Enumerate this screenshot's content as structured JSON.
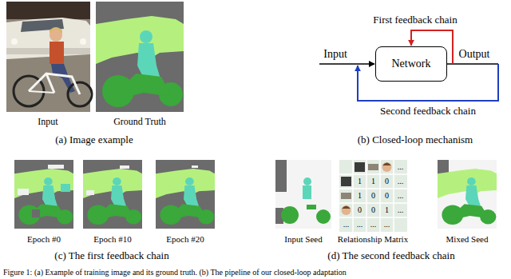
{
  "diagram": {
    "caption": "Figure 1: (a) Example of training image and its ground truth. (b) The pipeline of our closed-loop adaptation",
    "nodes": [
      {
        "text": [
          "Network"
        ]
      }
    ],
    "labels": [
      "Input",
      "Ground Truth",
      "(a) Image example",
      "First feedback chain",
      "Input",
      "Output",
      "Second feedback chain",
      "(b) Closed-loop mechanism",
      "Epoch #0",
      "Epoch #10",
      "Epoch #20",
      "(c) The first feedback chain",
      "Input Seed",
      "Relationship Matrix",
      "Mixed Seed",
      "(d) The second feedback chain",
      "...",
      "1",
      "1",
      "0",
      "...",
      "1",
      "0",
      "0",
      "...",
      "0",
      "0",
      "1",
      "...",
      "...",
      "...",
      "...",
      "..."
    ]
  }
}
